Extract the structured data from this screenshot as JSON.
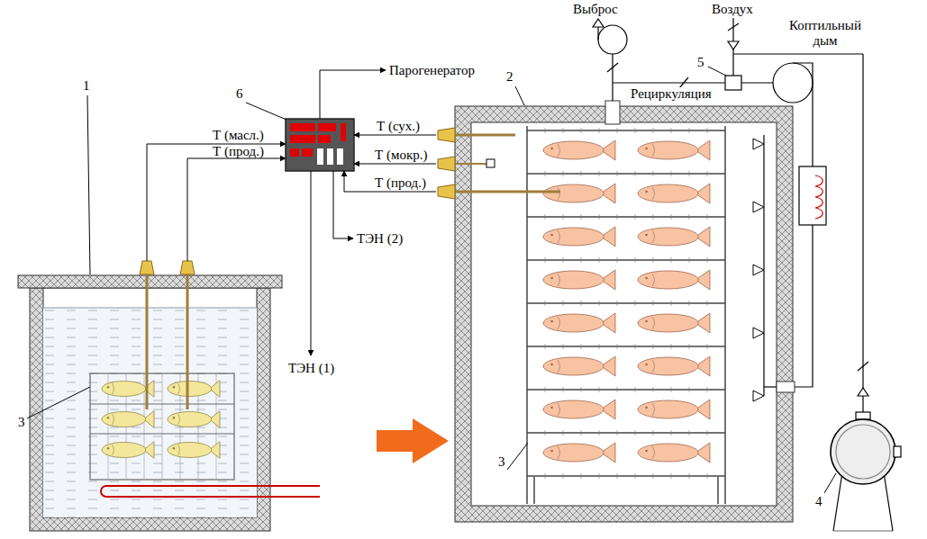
{
  "diagram": {
    "labels": [
      "1",
      "2",
      "3",
      "3",
      "4",
      "5",
      "6",
      "Т (масл.)",
      "Т (прод.)",
      "Парогенератор",
      "Т (сух.)",
      "Т (мокр.)",
      "Т (прод.)",
      "ТЭН (2)",
      "ТЭН (1)",
      "Выброс",
      "Воздух",
      "Коптильный дым",
      "Рециркуляция"
    ]
  }
}
